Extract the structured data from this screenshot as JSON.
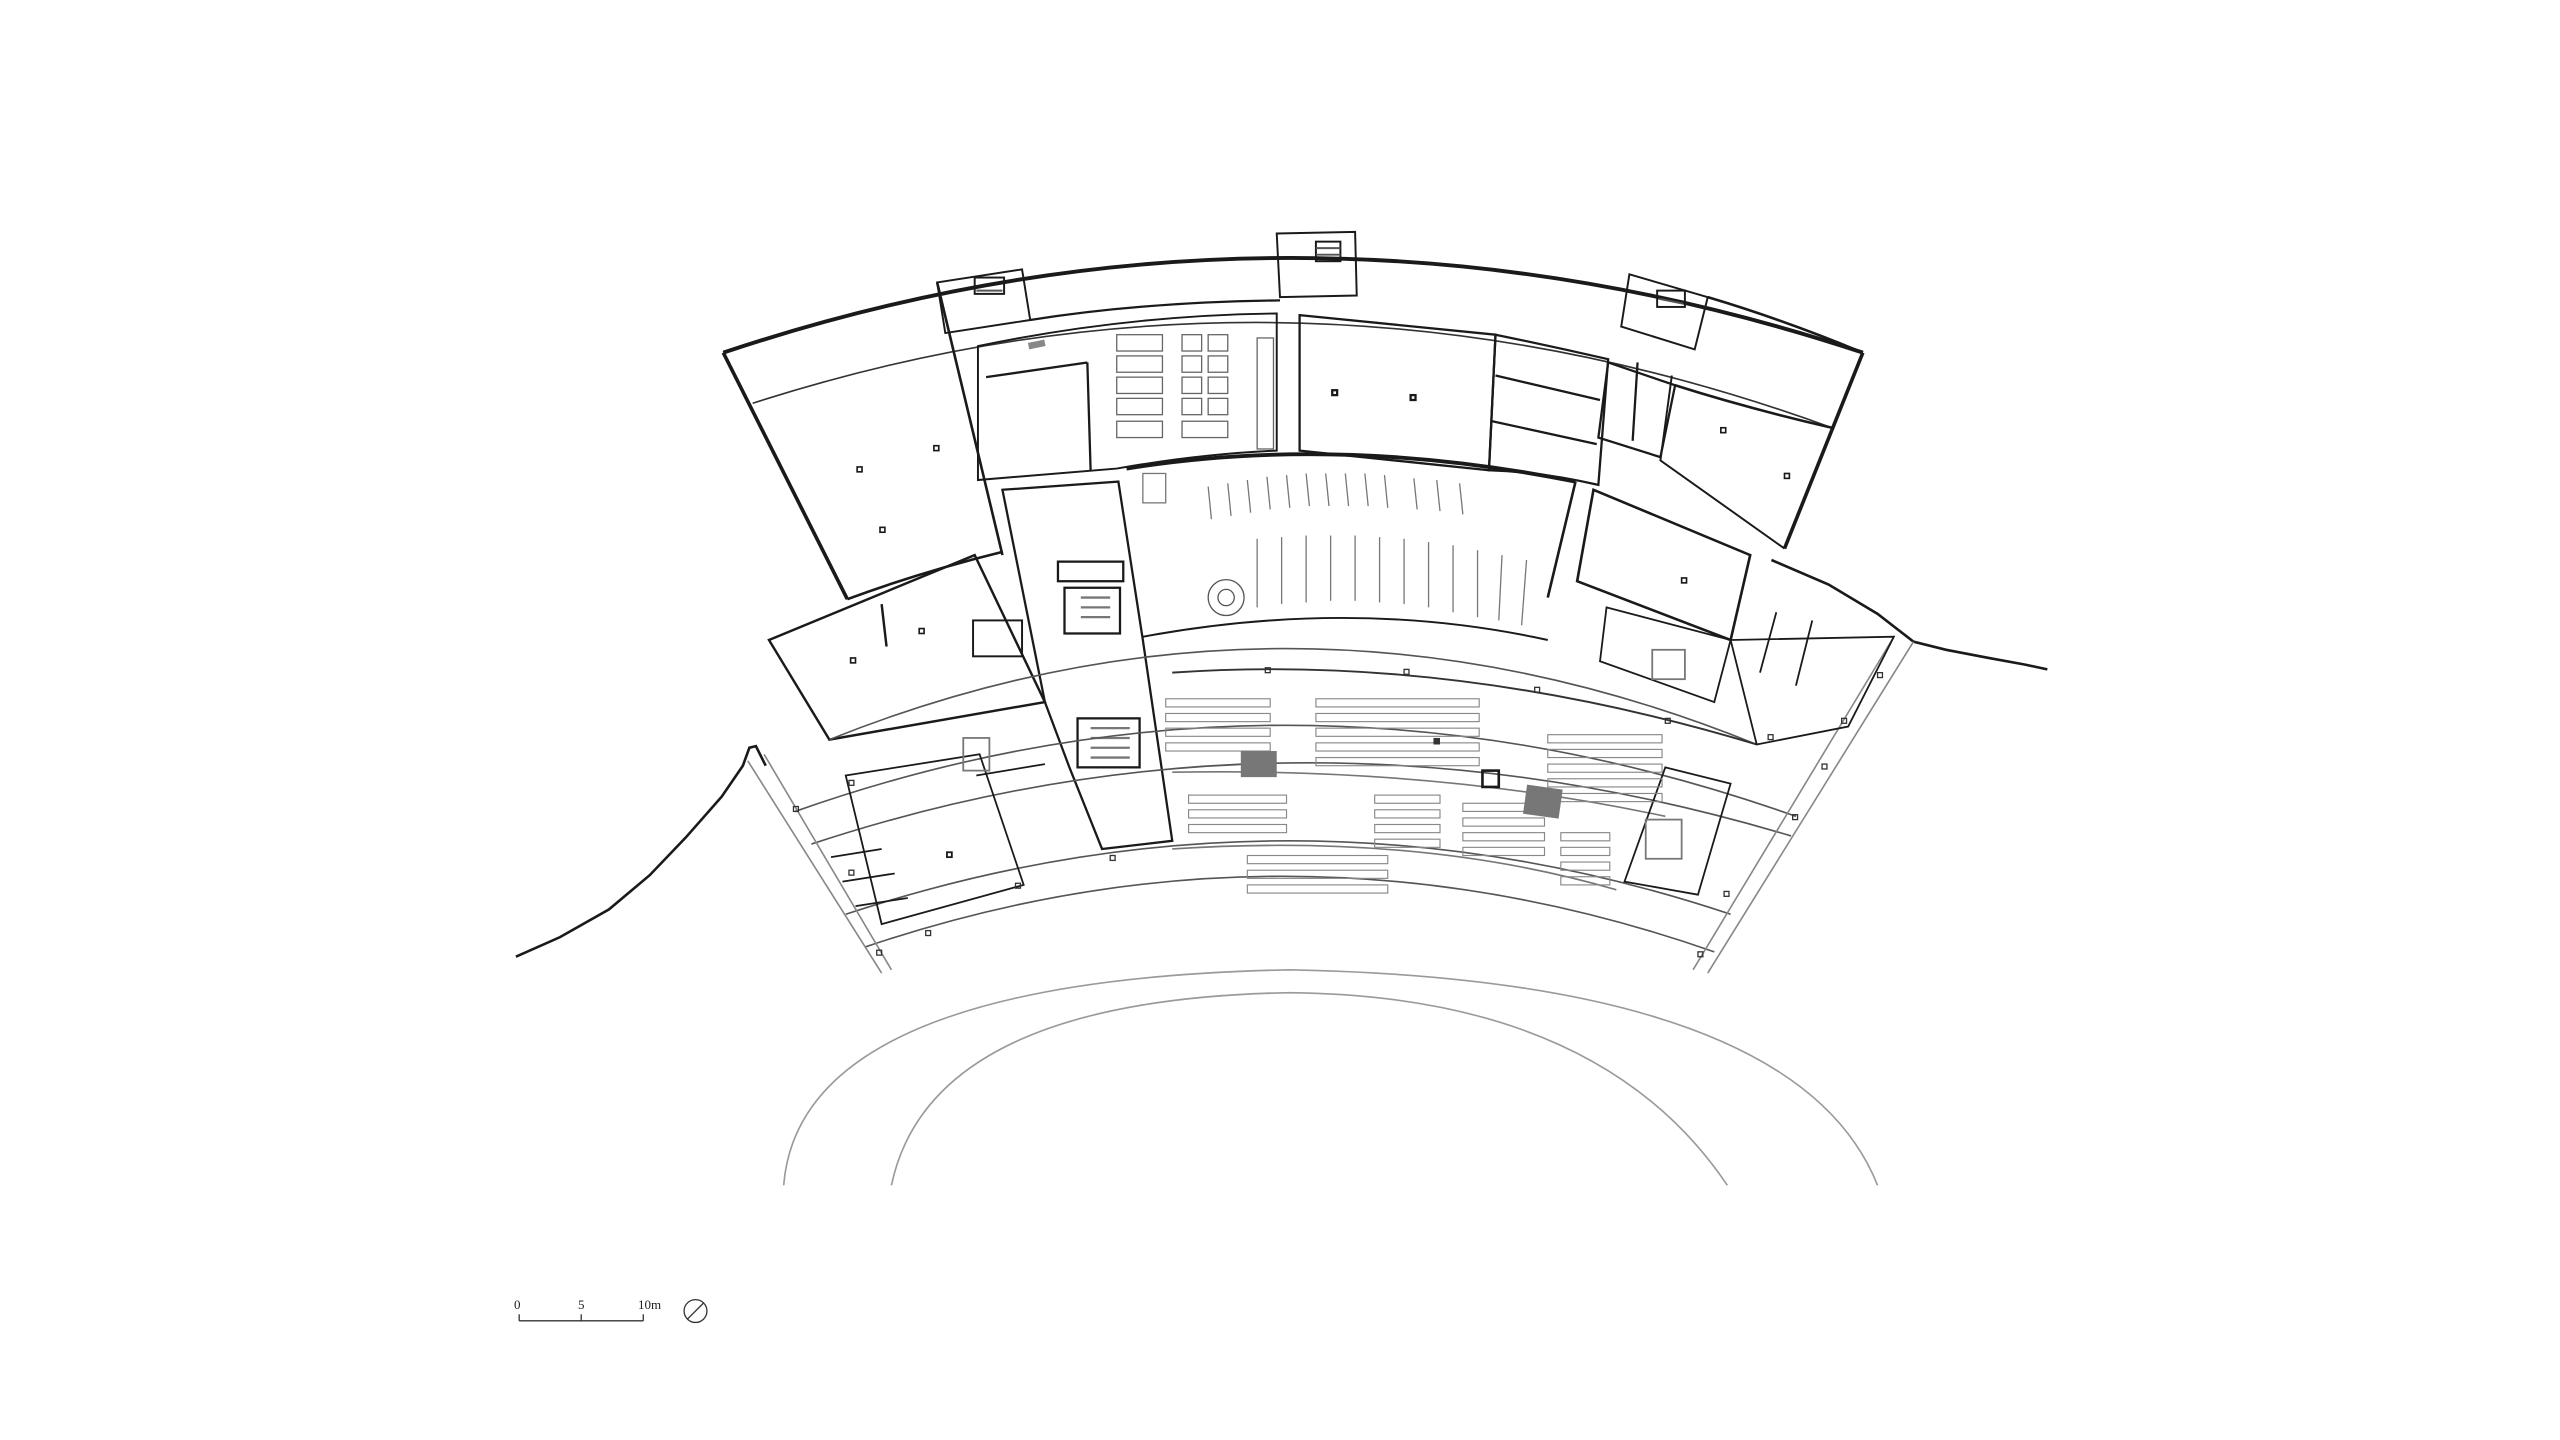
{
  "drawing": {
    "scale_bar": {
      "labels": [
        "0",
        "5",
        "10m"
      ]
    }
  },
  "icons": {
    "north_arrow": "north-arrow-icon"
  },
  "colors": {
    "line": "#1a1a1a",
    "thin": "#555555",
    "light": "#9a9a9a",
    "hatch": "#777777"
  }
}
